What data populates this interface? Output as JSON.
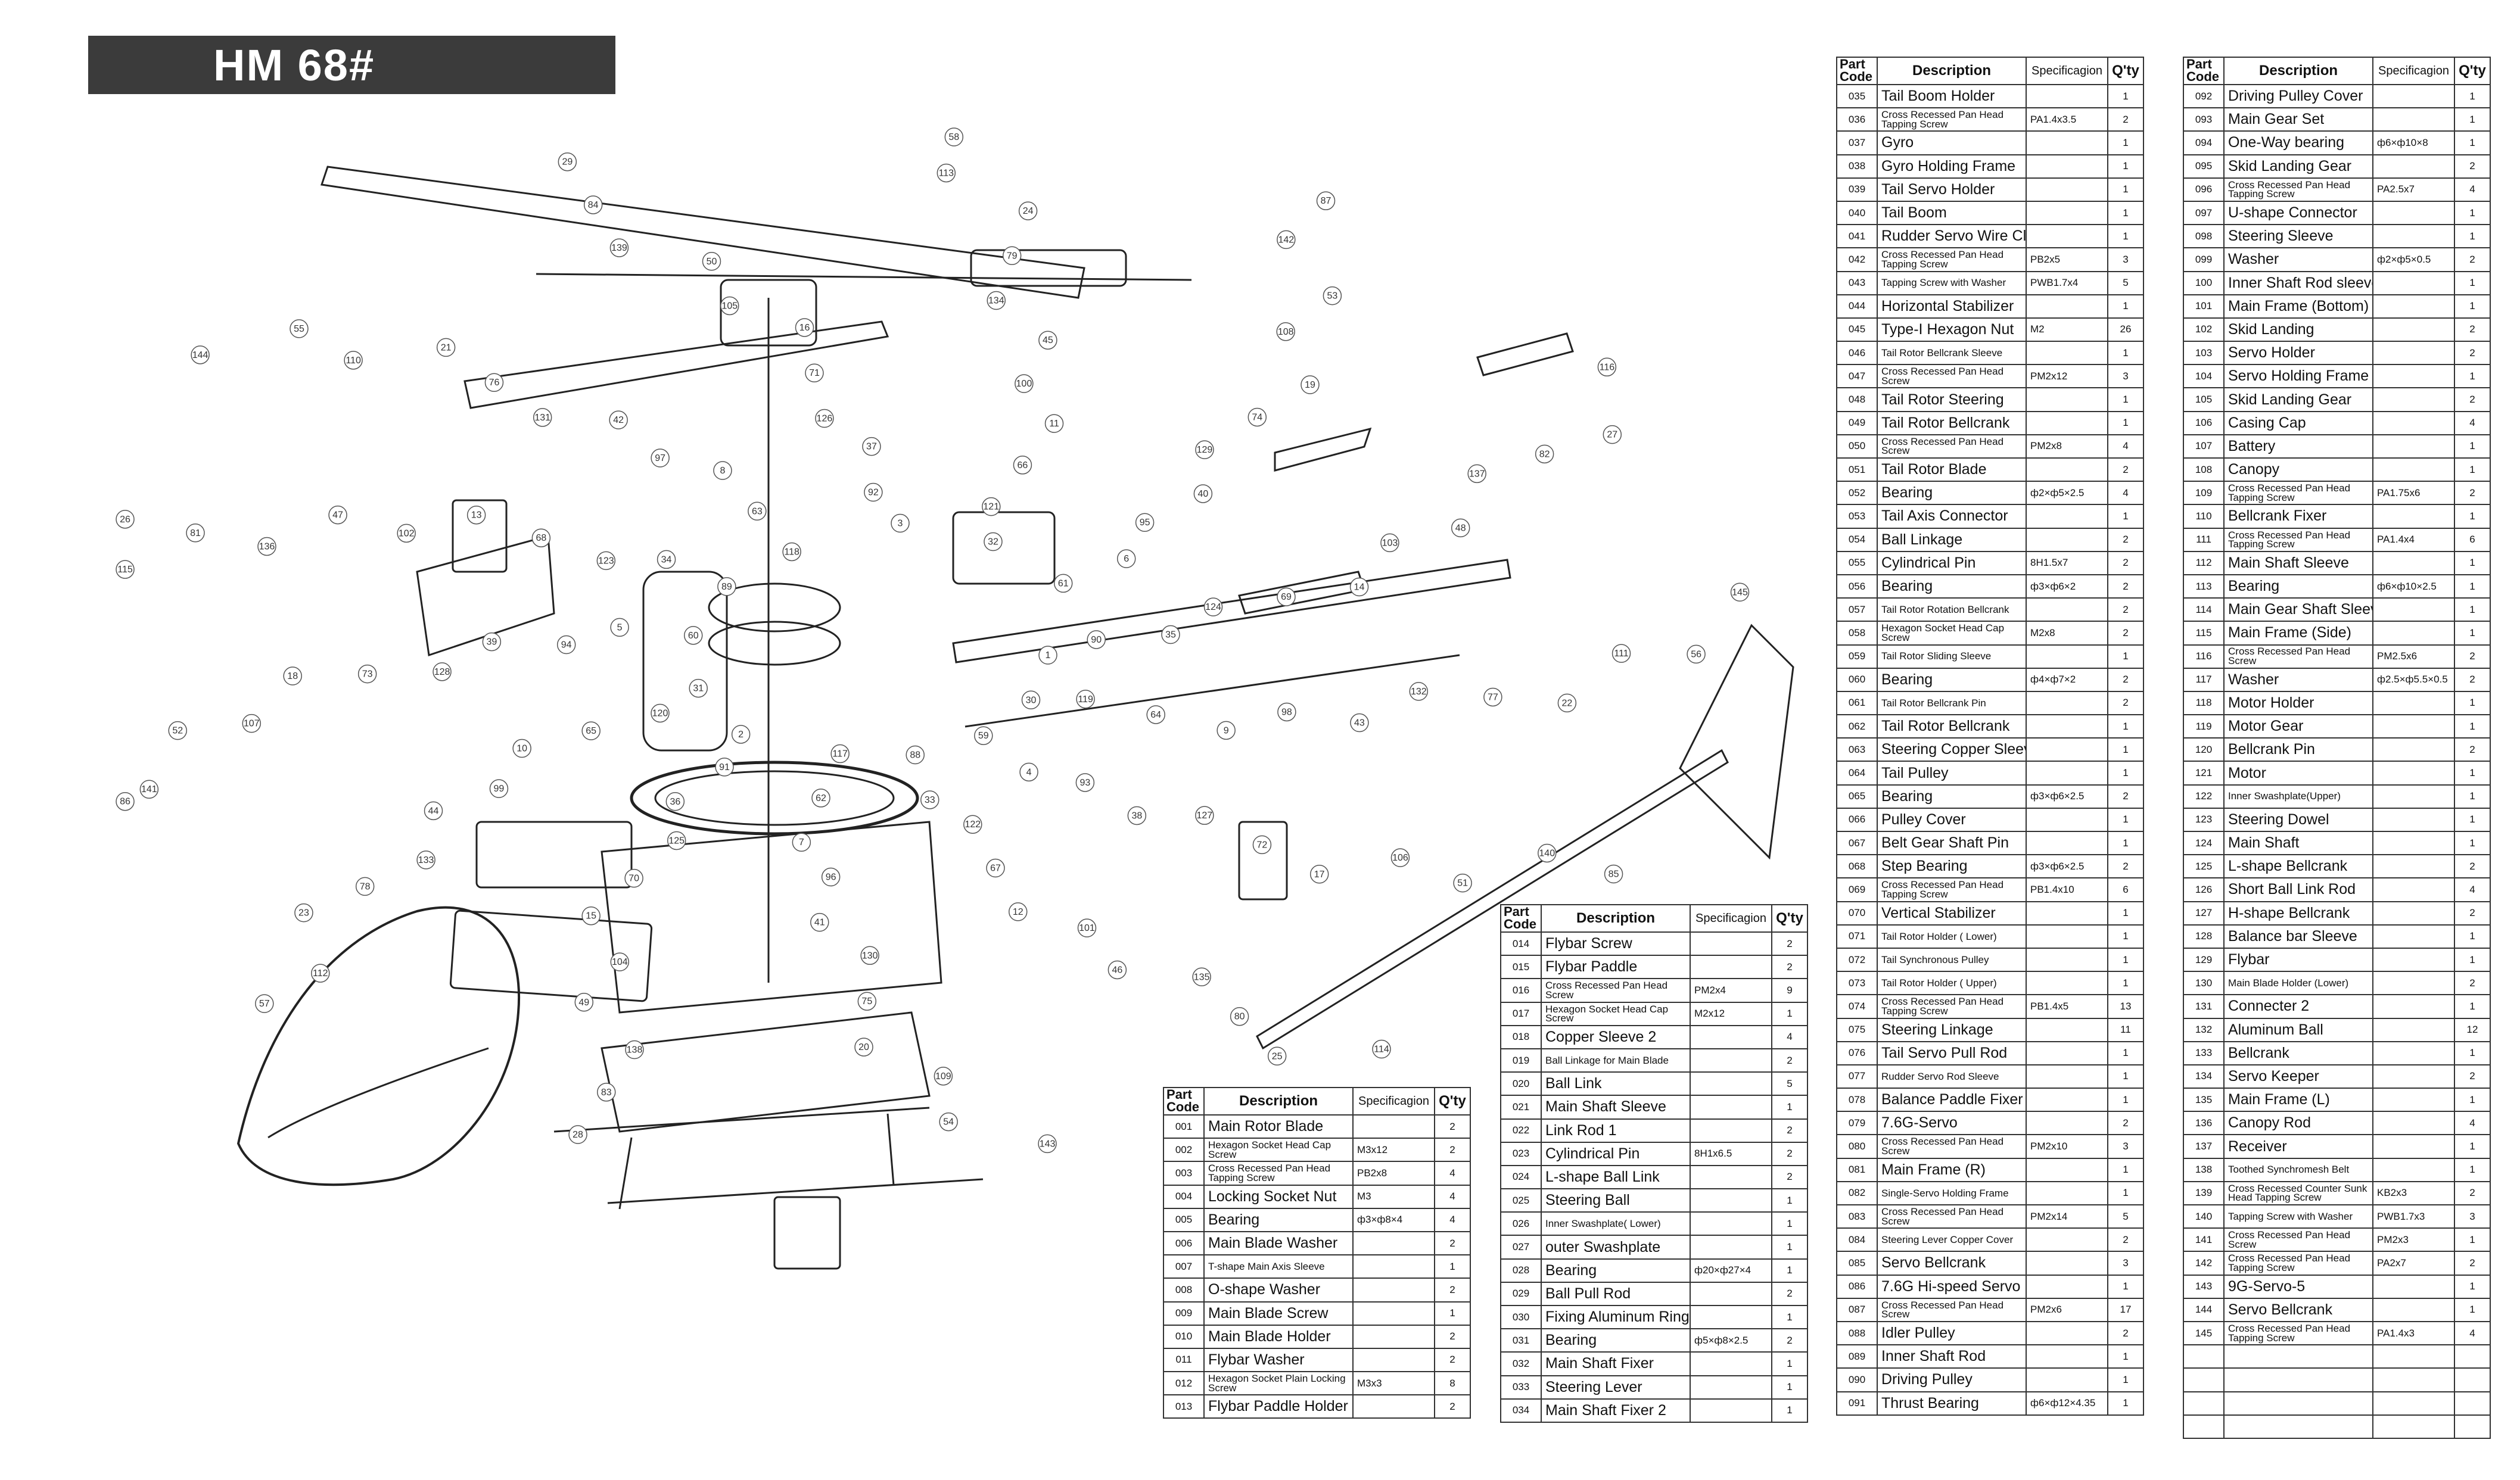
{
  "title": "HM 68#",
  "headers": {
    "code": "Part Code",
    "description": "Description",
    "spec": "Specificagion",
    "qty": "Q'ty"
  },
  "tables": [
    {
      "rows": [
        [
          "001",
          "Main Rotor Blade",
          "",
          "2"
        ],
        [
          "002",
          "Hexagon Socket Head Cap Screw",
          "M3x12",
          "2"
        ],
        [
          "003",
          "Cross Recessed Pan Head Tapping Screw",
          "PB2x8",
          "4"
        ],
        [
          "004",
          "Locking Socket Nut",
          "M3",
          "4"
        ],
        [
          "005",
          "Bearing",
          "ф3×ф8×4",
          "4"
        ],
        [
          "006",
          "Main Blade Washer",
          "",
          "2"
        ],
        [
          "007",
          "T-shape Main Axis Sleeve",
          "",
          "1"
        ],
        [
          "008",
          "O-shape Washer",
          "",
          "2"
        ],
        [
          "009",
          "Main Blade Screw",
          "",
          "1"
        ],
        [
          "010",
          "Main Blade Holder",
          "",
          "2"
        ],
        [
          "011",
          "Flybar Washer",
          "",
          "2"
        ],
        [
          "012",
          "Hexagon Socket Plain Locking Screw",
          "M3x3",
          "8"
        ],
        [
          "013",
          "Flybar Paddle Holder",
          "",
          "2"
        ]
      ]
    },
    {
      "rows": [
        [
          "014",
          "Flybar Screw",
          "",
          "2"
        ],
        [
          "015",
          "Flybar Paddle",
          "",
          "2"
        ],
        [
          "016",
          "Cross Recessed Pan Head Screw",
          "PM2x4",
          "9"
        ],
        [
          "017",
          "Hexagon Socket Head Cap Screw",
          "M2x12",
          "1"
        ],
        [
          "018",
          "Copper Sleeve  2",
          "",
          "4"
        ],
        [
          "019",
          "Ball Linkage for Main Blade",
          "",
          "2"
        ],
        [
          "020",
          "Ball Link",
          "",
          "5"
        ],
        [
          "021",
          "Main Shaft Sleeve",
          "",
          "1"
        ],
        [
          "022",
          "Link Rod 1",
          "",
          "2"
        ],
        [
          "023",
          "Cylindrical Pin",
          "8H1x6.5",
          "2"
        ],
        [
          "024",
          "L-shape Ball Link",
          "",
          "2"
        ],
        [
          "025",
          "Steering Ball",
          "",
          "1"
        ],
        [
          "026",
          "Inner Swashplate( Lower)",
          "",
          "1"
        ],
        [
          "027",
          "outer Swashplate",
          "",
          "1"
        ],
        [
          "028",
          "Bearing",
          "ф20×ф27×4",
          "1"
        ],
        [
          "029",
          "Ball Pull Rod",
          "",
          "2"
        ],
        [
          "030",
          "Fixing Aluminum Ring",
          "",
          "1"
        ],
        [
          "031",
          "Bearing",
          "ф5×ф8×2.5",
          "2"
        ],
        [
          "032",
          "Main Shaft Fixer",
          "",
          "1"
        ],
        [
          "033",
          "Steering Lever",
          "",
          "1"
        ],
        [
          "034",
          "Main Shaft Fixer 2",
          "",
          "1"
        ]
      ]
    },
    {
      "rows": [
        [
          "035",
          "Tail Boom Holder",
          "",
          "1"
        ],
        [
          "036",
          "Cross Recessed Pan Head Tapping Screw",
          "PA1.4x3.5",
          "2"
        ],
        [
          "037",
          "Gyro",
          "",
          "1"
        ],
        [
          "038",
          "Gyro Holding Frame",
          "",
          "1"
        ],
        [
          "039",
          "Tail Servo Holder",
          "",
          "1"
        ],
        [
          "040",
          "Tail Boom",
          "",
          "1"
        ],
        [
          "041",
          "Rudder Servo Wire Clip",
          "",
          "1"
        ],
        [
          "042",
          "Cross Recessed Pan Head Tapping Screw",
          "PB2x5",
          "3"
        ],
        [
          "043",
          "Tapping Screw with Washer",
          "PWB1.7x4",
          "5"
        ],
        [
          "044",
          "Horizontal Stabilizer",
          "",
          "1"
        ],
        [
          "045",
          "Type-I Hexagon Nut",
          "M2",
          "26"
        ],
        [
          "046",
          "Tail Rotor Bellcrank Sleeve",
          "",
          "1"
        ],
        [
          "047",
          "Cross Recessed Pan Head Screw",
          "PM2x12",
          "3"
        ],
        [
          "048",
          "Tail Rotor Steering",
          "",
          "1"
        ],
        [
          "049",
          "Tail Rotor Bellcrank",
          "",
          "1"
        ],
        [
          "050",
          "Cross Recessed Pan Head Screw",
          "PM2x8",
          "4"
        ],
        [
          "051",
          "Tail Rotor Blade",
          "",
          "2"
        ],
        [
          "052",
          "Bearing",
          "ф2×ф5×2.5",
          "4"
        ],
        [
          "053",
          "Tail Axis Connector",
          "",
          "1"
        ],
        [
          "054",
          "Ball Linkage",
          "",
          "2"
        ],
        [
          "055",
          "Cylindrical Pin",
          "8H1.5x7",
          "2"
        ],
        [
          "056",
          "Bearing",
          "ф3×ф6×2",
          "2"
        ],
        [
          "057",
          "Tail Rotor Rotation Bellcrank",
          "",
          "2"
        ],
        [
          "058",
          "Hexagon Socket Head Cap Screw",
          "M2x8",
          "2"
        ],
        [
          "059",
          "Tail Rotor Sliding Sleeve",
          "",
          "1"
        ],
        [
          "060",
          "Bearing",
          "ф4×ф7×2",
          "2"
        ],
        [
          "061",
          "Tail Rotor Bellcrank Pin",
          "",
          "2"
        ],
        [
          "062",
          "Tail Rotor Bellcrank",
          "",
          "1"
        ],
        [
          "063",
          "Steering Copper Sleeve",
          "",
          "1"
        ],
        [
          "064",
          "Tail Pulley",
          "",
          "1"
        ],
        [
          "065",
          "Bearing",
          "ф3×ф6×2.5",
          "2"
        ],
        [
          "066",
          "Pulley Cover",
          "",
          "1"
        ],
        [
          "067",
          "Belt Gear Shaft Pin",
          "",
          "1"
        ],
        [
          "068",
          "Step Bearing",
          "ф3×ф6×2.5",
          "2"
        ],
        [
          "069",
          "Cross Recessed Pan Head Tapping Screw",
          "PB1.4x10",
          "6"
        ],
        [
          "070",
          "Vertical Stabilizer",
          "",
          "1"
        ],
        [
          "071",
          "Tail Rotor Holder ( Lower)",
          "",
          "1"
        ],
        [
          "072",
          "Tail Synchronous Pulley",
          "",
          "1"
        ],
        [
          "073",
          "Tail Rotor Holder ( Upper)",
          "",
          "1"
        ],
        [
          "074",
          "Cross Recessed Pan Head Tapping Screw",
          "PB1.4x5",
          "13"
        ],
        [
          "075",
          "Steering Linkage",
          "",
          "11"
        ],
        [
          "076",
          "Tail Servo Pull Rod",
          "",
          "1"
        ],
        [
          "077",
          "Rudder Servo Rod Sleeve",
          "",
          "1"
        ],
        [
          "078",
          "Balance Paddle Fixer",
          "",
          "1"
        ],
        [
          "079",
          "7.6G-Servo",
          "",
          "2"
        ],
        [
          "080",
          "Cross Recessed Pan Head Screw",
          "PM2x10",
          "3"
        ],
        [
          "081",
          "Main Frame (R)",
          "",
          "1"
        ],
        [
          "082",
          "Single-Servo Holding Frame",
          "",
          "1"
        ],
        [
          "083",
          "Cross Recessed Pan Head Screw",
          "PM2x14",
          "5"
        ],
        [
          "084",
          "Steering Lever Copper Cover",
          "",
          "2"
        ],
        [
          "085",
          "Servo Bellcrank",
          "",
          "3"
        ],
        [
          "086",
          "7.6G Hi-speed Servo",
          "",
          "1"
        ],
        [
          "087",
          "Cross Recessed Pan Head Screw",
          "PM2x6",
          "17"
        ],
        [
          "088",
          "Idler Pulley",
          "",
          "2"
        ],
        [
          "089",
          "Inner Shaft Rod",
          "",
          "1"
        ],
        [
          "090",
          "Driving Pulley",
          "",
          "1"
        ],
        [
          "091",
          "Thrust Bearing",
          "ф6×ф12×4.35",
          "1"
        ]
      ]
    },
    {
      "rows": [
        [
          "092",
          "Driving Pulley Cover",
          "",
          "1"
        ],
        [
          "093",
          "Main Gear Set",
          "",
          "1"
        ],
        [
          "094",
          "One-Way bearing",
          "ф6×ф10×8",
          "1"
        ],
        [
          "095",
          "Skid Landing Gear",
          "",
          "2"
        ],
        [
          "096",
          "Cross Recessed Pan Head Tapping Screw",
          "PA2.5x7",
          "4"
        ],
        [
          "097",
          "U-shape Connector",
          "",
          "1"
        ],
        [
          "098",
          "Steering Sleeve",
          "",
          "1"
        ],
        [
          "099",
          "Washer",
          "ф2×ф5×0.5",
          "2"
        ],
        [
          "100",
          "Inner Shaft Rod sleeve",
          "",
          "1"
        ],
        [
          "101",
          "Main Frame (Bottom)",
          "",
          "1"
        ],
        [
          "102",
          "Skid Landing",
          "",
          "2"
        ],
        [
          "103",
          "Servo Holder",
          "",
          "2"
        ],
        [
          "104",
          "Servo Holding Frame",
          "",
          "1"
        ],
        [
          "105",
          "Skid Landing Gear",
          "",
          "2"
        ],
        [
          "106",
          "Casing Cap",
          "",
          "4"
        ],
        [
          "107",
          "Battery",
          "",
          "1"
        ],
        [
          "108",
          "Canopy",
          "",
          "1"
        ],
        [
          "109",
          "Cross Recessed Pan Head Tapping Screw",
          "PA1.75x6",
          "2"
        ],
        [
          "110",
          "Bellcrank Fixer",
          "",
          "1"
        ],
        [
          "111",
          "Cross Recessed Pan Head Tapping Screw",
          "PA1.4x4",
          "6"
        ],
        [
          "112",
          "Main Shaft Sleeve",
          "",
          "1"
        ],
        [
          "113",
          "Bearing",
          "ф6×ф10×2.5",
          "1"
        ],
        [
          "114",
          "Main Gear Shaft Sleeve",
          "",
          "1"
        ],
        [
          "115",
          "Main Frame (Side)",
          "",
          "1"
        ],
        [
          "116",
          "Cross Recessed Pan Head Screw",
          "PM2.5x6",
          "2"
        ],
        [
          "117",
          "Washer",
          "ф2.5×ф5.5×0.5",
          "2"
        ],
        [
          "118",
          "Motor Holder",
          "",
          "1"
        ],
        [
          "119",
          "Motor Gear",
          "",
          "1"
        ],
        [
          "120",
          "Bellcrank Pin",
          "",
          "2"
        ],
        [
          "121",
          "Motor",
          "",
          "1"
        ],
        [
          "122",
          "Inner Swashplate(Upper)",
          "",
          "1"
        ],
        [
          "123",
          "Steering Dowel",
          "",
          "1"
        ],
        [
          "124",
          "Main Shaft",
          "",
          "1"
        ],
        [
          "125",
          "L-shape Bellcrank",
          "",
          "2"
        ],
        [
          "126",
          "Short Ball Link Rod",
          "",
          "4"
        ],
        [
          "127",
          "H-shape Bellcrank",
          "",
          "2"
        ],
        [
          "128",
          "Balance bar Sleeve",
          "",
          "1"
        ],
        [
          "129",
          "Flybar",
          "",
          "1"
        ],
        [
          "130",
          "Main Blade Holder (Lower)",
          "",
          "2"
        ],
        [
          "131",
          "Connecter 2",
          "",
          "1"
        ],
        [
          "132",
          "Aluminum Ball",
          "",
          "12"
        ],
        [
          "133",
          "Bellcrank",
          "",
          "1"
        ],
        [
          "134",
          "Servo Keeper",
          "",
          "2"
        ],
        [
          "135",
          "Main Frame (L)",
          "",
          "1"
        ],
        [
          "136",
          "Canopy Rod",
          "",
          "4"
        ],
        [
          "137",
          "Receiver",
          "",
          "1"
        ],
        [
          "138",
          "Toothed Synchromesh Belt",
          "",
          "1"
        ],
        [
          "139",
          "Cross Recessed Counter Sunk Head Tapping Screw",
          "KB2x3",
          "2"
        ],
        [
          "140",
          "Tapping Screw with Washer",
          "PWB1.7x3",
          "3"
        ],
        [
          "141",
          "Cross Recessed Pan Head Screw",
          "PM2x3",
          "1"
        ],
        [
          "142",
          "Cross Recessed Pan Head Tapping Screw",
          "PA2x7",
          "2"
        ],
        [
          "143",
          "9G-Servo-5",
          "",
          "1"
        ],
        [
          "144",
          "Servo Bellcrank",
          "",
          "1"
        ],
        [
          "145",
          "Cross Recessed Pan Head Tapping Screw",
          "PA1.4x3",
          "4"
        ],
        [
          "",
          "",
          "",
          ""
        ],
        [
          "",
          "",
          "",
          ""
        ],
        [
          "",
          "",
          "",
          ""
        ],
        [
          "",
          "",
          "",
          ""
        ]
      ]
    }
  ],
  "callouts": [
    "1",
    "2",
    "3",
    "4",
    "5",
    "6",
    "7",
    "8",
    "9",
    "10",
    "11",
    "12",
    "13",
    "14",
    "15",
    "16",
    "17",
    "18",
    "19",
    "20",
    "21",
    "22",
    "23",
    "24",
    "25",
    "26",
    "27",
    "28",
    "29",
    "30",
    "31",
    "32",
    "33",
    "34",
    "35",
    "36",
    "37",
    "38",
    "39",
    "40",
    "41",
    "42",
    "43",
    "44",
    "45",
    "46",
    "47",
    "48",
    "49",
    "50",
    "51",
    "52",
    "53",
    "54",
    "55",
    "56",
    "57",
    "58",
    "59",
    "60",
    "61",
    "62",
    "63",
    "64",
    "65",
    "66",
    "67",
    "68",
    "69",
    "70",
    "71",
    "72",
    "73",
    "74",
    "75",
    "76",
    "77",
    "78",
    "79",
    "80",
    "81",
    "82",
    "83",
    "84",
    "85",
    "86",
    "87",
    "88",
    "89",
    "90",
    "91",
    "92",
    "93",
    "94",
    "95",
    "96",
    "97",
    "98",
    "99",
    "100",
    "101",
    "102",
    "103",
    "104",
    "105",
    "106",
    "107",
    "108",
    "109",
    "110",
    "111",
    "112",
    "113",
    "114",
    "115",
    "116",
    "117",
    "118",
    "119",
    "120",
    "121",
    "122",
    "123",
    "124",
    "125",
    "126",
    "127",
    "128",
    "129",
    "130",
    "131",
    "132",
    "133",
    "134",
    "135",
    "136",
    "137",
    "138",
    "139",
    "140",
    "141",
    "142",
    "143",
    "144",
    "145"
  ]
}
